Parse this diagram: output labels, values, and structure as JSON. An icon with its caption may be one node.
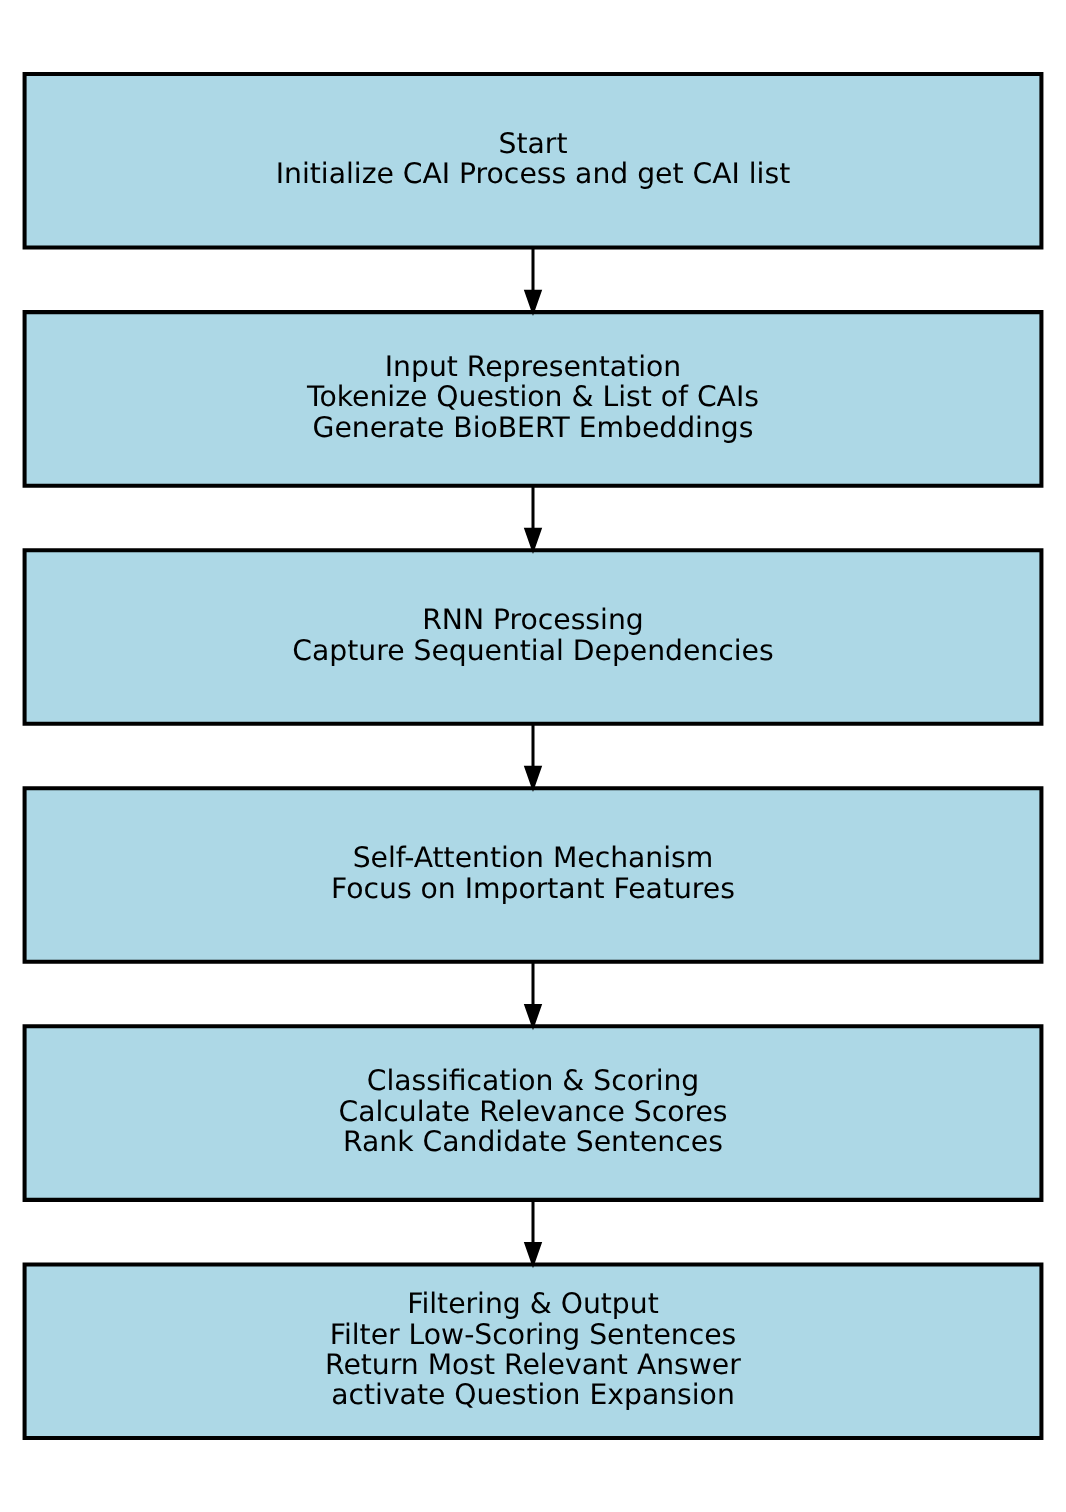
{
  "diagram": {
    "nodes": [
      {
        "text": [
          "Start",
          "Initialize CAI Process and get CAI list"
        ]
      },
      {
        "text": [
          "Input Representation",
          "Tokenize Question & List of CAIs",
          "Generate BioBERT Embeddings"
        ]
      },
      {
        "text": [
          "RNN Processing",
          "Capture Sequential Dependencies"
        ]
      },
      {
        "text": [
          "Self-Attention Mechanism",
          "Focus on Important Features"
        ]
      },
      {
        "text": [
          "Classification & Scoring",
          "Calculate Relevance Scores",
          "Rank Candidate Sentences"
        ]
      },
      {
        "text": [
          "Filtering & Output",
          "Filter Low-Scoring Sentences",
          "Return Most Relevant Answer",
          "activate Question Expansion"
        ]
      }
    ],
    "edges": [
      {
        "from": 0,
        "to": 1,
        "arrow": "to"
      },
      {
        "from": 1,
        "to": 2,
        "arrow": "to"
      },
      {
        "from": 2,
        "to": 3,
        "arrow": "to"
      },
      {
        "from": 3,
        "to": 4,
        "arrow": "to"
      },
      {
        "from": 4,
        "to": 5,
        "arrow": "to"
      }
    ]
  }
}
